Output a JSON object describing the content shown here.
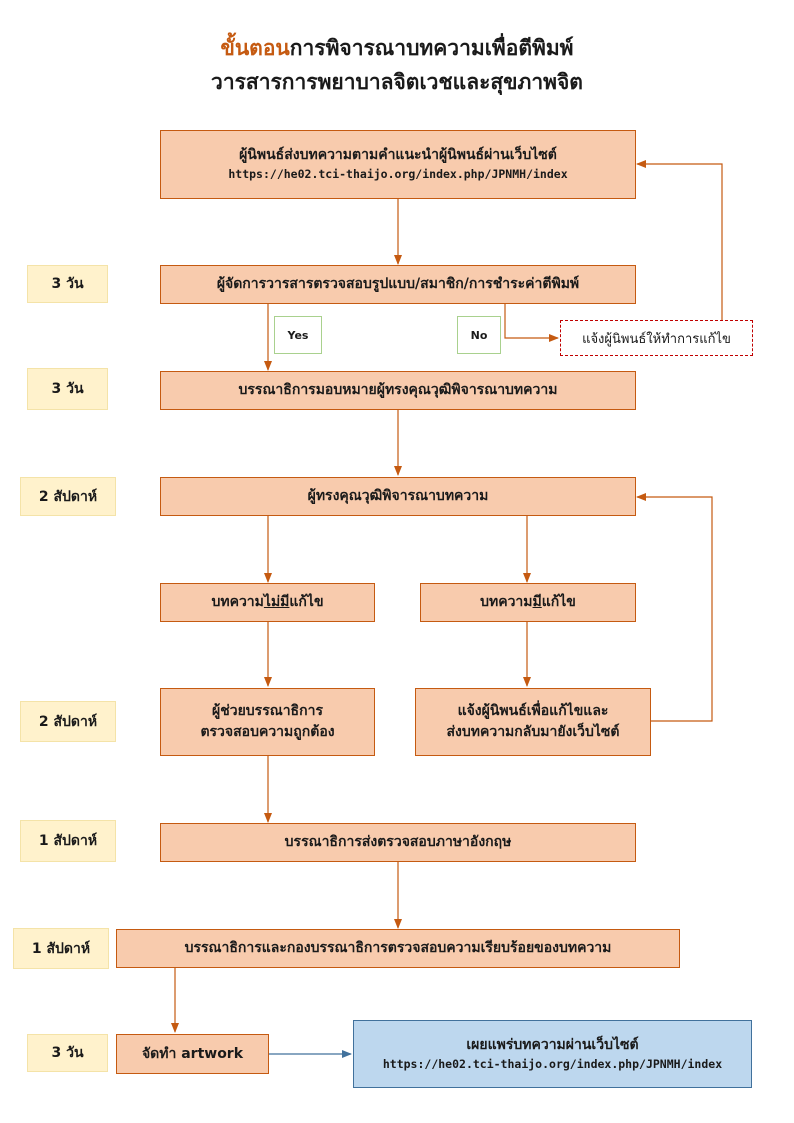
{
  "title": {
    "line1_accent": "ขั้นตอน",
    "line1_rest": "การพิจารณาบทความเพื่อตีพิมพ์",
    "line2": "วารสารการพยาบาลจิตเวชและสุขภาพจิต"
  },
  "steps": {
    "submit": {
      "label": "ผู้นิพนธ์ส่งบทความตามคำแนะนำผู้นิพนธ์ผ่านเว็บไซต์",
      "url": "https://he02.tci-thaijo.org/index.php/JPNMH/index"
    },
    "check_format": {
      "label": "ผู้จัดการวารสารตรวจสอบรูปแบบ/สมาชิก/การชำระค่าตีพิมพ์"
    },
    "assign_reviewer": {
      "label": "บรรณาธิการมอบหมายผู้ทรงคุณวุฒิพิจารณาบทความ"
    },
    "review": {
      "label": "ผู้ทรงคุณวุฒิพิจารณาบทความ"
    },
    "no_revision": {
      "pre": "บทความ",
      "underlined": "ไม่มี",
      "post": "แก้ไข"
    },
    "has_revision": {
      "pre": "บทความ",
      "underlined": "มี",
      "post": "แก้ไข"
    },
    "assistant_editor": {
      "line1": "ผู้ช่วยบรรณาธิการ",
      "line2": "ตรวจสอบความถูกต้อง"
    },
    "notify_revise": {
      "line1": "แจ้งผู้นิพนธ์เพื่อแก้ไขและ",
      "line2": "ส่งบทความกลับมายังเว็บไซต์"
    },
    "english_check": {
      "label": "บรรณาธิการส่งตรวจสอบภาษาอังกฤษ"
    },
    "final_check": {
      "label": "บรรณาธิการและกองบรรณาธิการตรวจสอบความเรียบร้อยของบทความ"
    },
    "artwork": {
      "label": "จัดทำ artwork"
    },
    "publish": {
      "label": "เผยแพร่บทความผ่านเว็บไซต์",
      "url": "https://he02.tci-thaijo.org/index.php/JPNMH/index"
    }
  },
  "decision": {
    "yes": "Yes",
    "no": "No",
    "notify_author": "แจ้งผู้นิพนธ์ให้ทำการแก้ไข"
  },
  "durations": {
    "check_format": "3 วัน",
    "assign_reviewer": "3 วัน",
    "review": "2 สัปดาห์",
    "revision": "2 สัปดาห์",
    "english_check": "1 สัปดาห์",
    "final_check": "1 สัปดาห์",
    "artwork": "3 วัน"
  },
  "colors": {
    "step_fill": "#f8cbad",
    "step_border": "#c55a11",
    "publish_fill": "#bdd7ee",
    "duration_fill": "#fff2cc",
    "connector": "#c55a11",
    "publish_connector": "#41719c",
    "notify_border": "#c00000"
  }
}
